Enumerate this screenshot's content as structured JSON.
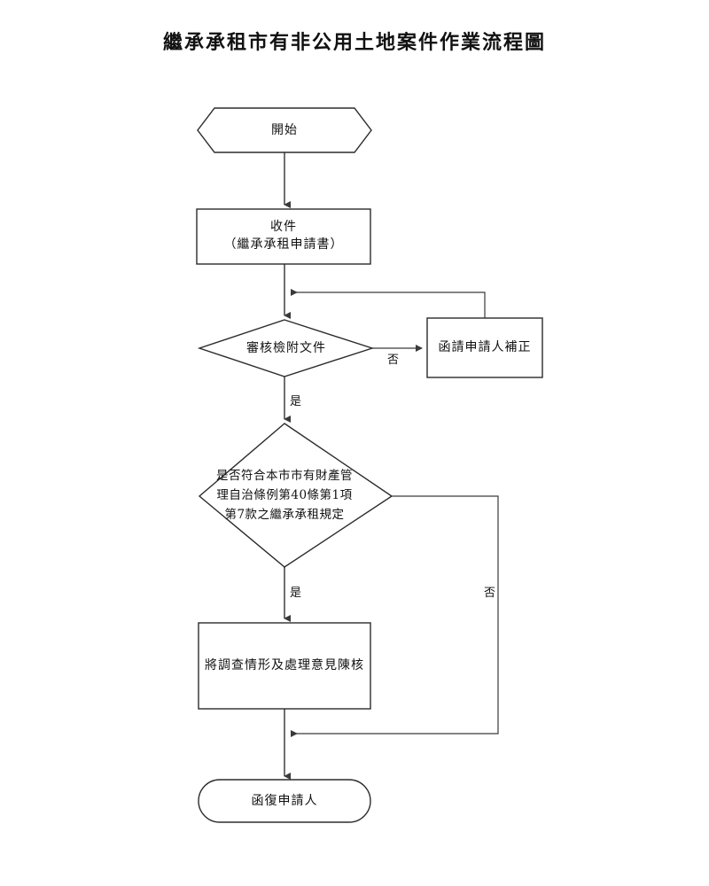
{
  "document": {
    "title": "繼承承租市有非公用土地案件作業流程圖"
  },
  "flowchart": {
    "nodes": [
      {
        "id": "start",
        "shape": "hexagon",
        "label": "開始"
      },
      {
        "id": "receive",
        "shape": "rectangle",
        "label": "收件\n（繼承承租申請書）",
        "line1": "收件",
        "line2": "（繼承承租申請書）"
      },
      {
        "id": "review-docs",
        "shape": "diamond",
        "label": "審核檢附文件"
      },
      {
        "id": "request-correction",
        "shape": "rectangle",
        "label": "函請申請人補正"
      },
      {
        "id": "check-regulation",
        "shape": "diamond",
        "label": "是否符合本市市有財產管\n理自治條例第40條第1項\n第7款之繼承承租規定",
        "line1": "是否符合本市市有財產管",
        "line2": "理自治條例第40條第1項",
        "line3": "第7款之繼承承租規定"
      },
      {
        "id": "submit-report",
        "shape": "rectangle",
        "label": "將調查情形及處理意見陳核"
      },
      {
        "id": "reply-applicant",
        "shape": "stadium",
        "label": "函復申請人"
      }
    ],
    "edge_labels": {
      "review_no": "否",
      "review_yes": "是",
      "regulation_yes": "是",
      "regulation_no": "否"
    },
    "colors": {
      "shape_stroke": "#2b2b2b",
      "connector": "#6f6f6f",
      "text": "#111111",
      "background": "#ffffff"
    }
  }
}
